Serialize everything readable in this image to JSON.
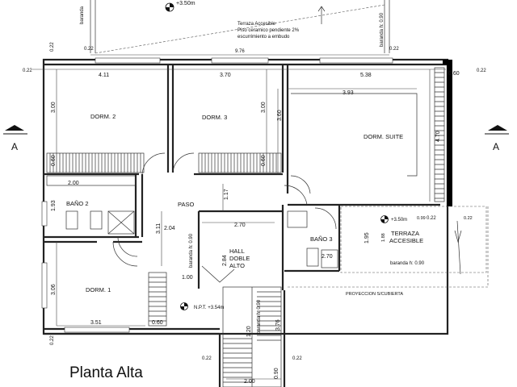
{
  "title": "Planta Alta",
  "section_mark": "A",
  "rooms": {
    "dorm2": "DORM. 2",
    "dorm3": "DORM. 3",
    "suite": "DORM. SUITE",
    "bano2": "BAÑO 2",
    "paso": "PASO",
    "hall1": "HALL",
    "hall2": "DOBLE",
    "hall3": "ALTO",
    "bano3": "BAÑO 3",
    "terraza1": "TERRAZA",
    "terraza2": "ACCESIBLE",
    "dorm1": "DORM. 1"
  },
  "notes": {
    "top_level": "+3.50m",
    "terraza_note1": "Terraza Accesible",
    "terraza_note2": "Piso ceramico pendiente 2%",
    "terraza_note3": "escurrimiento a embudo",
    "baranda_top_left": "baranda",
    "baranda_top_right": "baranda h: 0.90",
    "npt": "N.P.T. +3.54m",
    "baranda_terraza": "baranda h: 0.90",
    "terraza_level": "+3.50m",
    "proyeccion": "PROYECCION S/CUBIERTA",
    "baranda_hall": "baranda h: 0.90",
    "baranda_stair": "baranda h: 0.90"
  },
  "dimensions": {
    "top_976": "9.76",
    "d022_a": "0.22",
    "d022_b": "0.22",
    "d022_c": "0.22",
    "d022_left": "0.22",
    "d022_right": "0.22",
    "w411": "4.11",
    "w370": "3.70",
    "w538": "5.38",
    "w060_top": "0.60",
    "w393": "3.93",
    "h300_l": "3.00",
    "h300_m": "3.00",
    "h360": "3.60",
    "h470": "4.70",
    "h060_l": "0.60",
    "h060_m": "0.60",
    "w200": "2.00",
    "h193": "1.93",
    "h117": "1.17",
    "h311": "3.11",
    "w204": "2.04",
    "w270_hall": "2.70",
    "h284": "2.84",
    "w100": "1.00",
    "h195": "1.95",
    "w270_bano": "2.70",
    "d099": "0.99",
    "d022_ter": "0.22",
    "d022_ter2": "0.22",
    "h188": "1.88",
    "h306": "3.06",
    "w351": "3.51",
    "w060_stair": "0.60",
    "w120": "1.20",
    "h376": "3.76",
    "d022_bl": "0.22",
    "d022_bm": "0.22",
    "d022_br": "0.22",
    "w200_bottom": "2.00",
    "h090_bottom": "0.90"
  }
}
